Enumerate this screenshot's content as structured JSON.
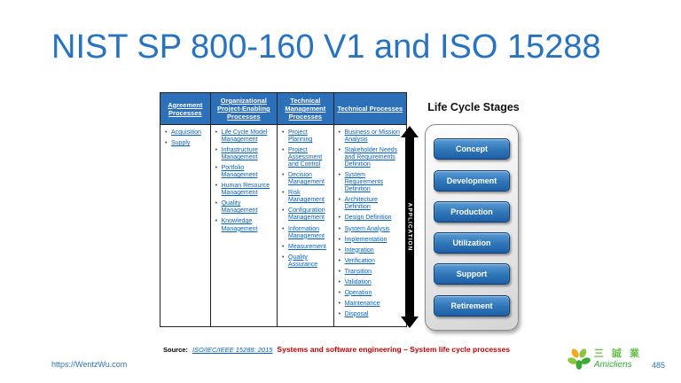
{
  "slide": {
    "title": "NIST SP 800-160 V1 and ISO 15288",
    "footer_url": "https://WentzWu.com",
    "page_number": "485"
  },
  "logo": {
    "name_cn": "三 誠 業",
    "name_en": "Amicliens"
  },
  "colors": {
    "title_blue": "#2673c2",
    "header_blue": "#2b70b8",
    "link_blue": "#0563c1",
    "button_blue": "#2e75b6",
    "source_red": "#c00000",
    "logo_green": "#3aaa35"
  },
  "table": {
    "columns": [
      {
        "header": "Agreement Processes",
        "items": [
          "Acquisition",
          "Supply"
        ]
      },
      {
        "header": "Organizational Project-Enabling Processes",
        "items": [
          "Life Cycle Model Management",
          "Infrastructure Management",
          "Portfolio Management",
          "Human Resource Management",
          "Quality Management",
          "Knowledge Management"
        ]
      },
      {
        "header": "Technical Management Processes",
        "items": [
          "Project Planning",
          "Project Assessment and Control",
          "Decision Management",
          "Risk Management",
          "Configuration Management",
          "Information Management",
          "Measurement",
          "Quality Assurance"
        ]
      },
      {
        "header": "Technical Processes",
        "items": [
          "Business or Mission Analysis",
          "Stakeholder Needs and Requirements Definition",
          "System Requirements Definition",
          "Architecture Definition",
          "Design Definition",
          "System Analysis",
          "Implementation",
          "Integration",
          "Verification",
          "Transition",
          "Validation",
          "Operation",
          "Maintenance",
          "Disposal"
        ]
      }
    ]
  },
  "lifecycle": {
    "heading": "Life Cycle Stages",
    "arrow_label": "APPLICATION",
    "stages": [
      "Concept",
      "Development",
      "Production",
      "Utilization",
      "Support",
      "Retirement"
    ]
  },
  "source": {
    "label": "Source:",
    "link": "ISO/IEC/IEEE 15288: 2015",
    "description": "Systems and software engineering – System life cycle processes"
  }
}
